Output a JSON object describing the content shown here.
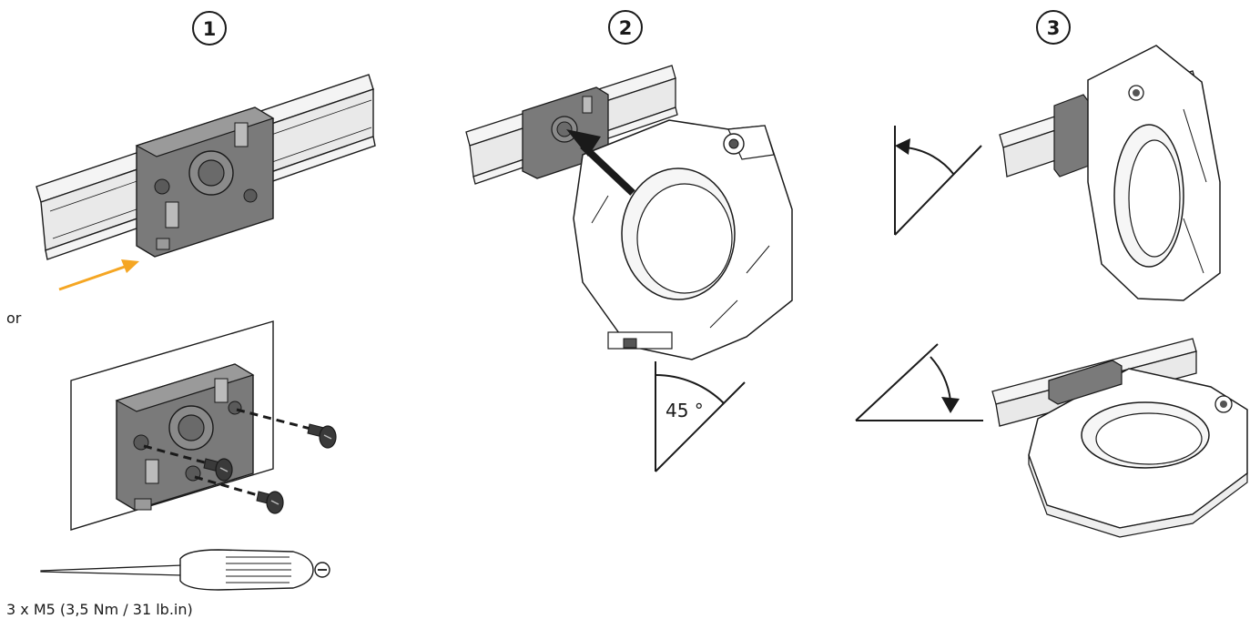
{
  "steps": [
    {
      "number": "1"
    },
    {
      "number": "2",
      "angle_label": "45 °"
    },
    {
      "number": "3"
    }
  ],
  "or_label": "or",
  "screw_spec": "3 x M5 (3,5 Nm / 31 lb.in)",
  "screwdriver_symbol": "⊖",
  "colors": {
    "arrow_orange": "#F5A623",
    "module_gray": "#7a7a7a",
    "module_dark": "#555555",
    "rail": "#f2f2f2",
    "line": "#1a1a1a"
  },
  "icons": [
    "din-rail",
    "mounting-module",
    "screw-icon",
    "screwdriver-icon",
    "sensor-ring",
    "angle-arc-arrow",
    "push-arrow"
  ]
}
